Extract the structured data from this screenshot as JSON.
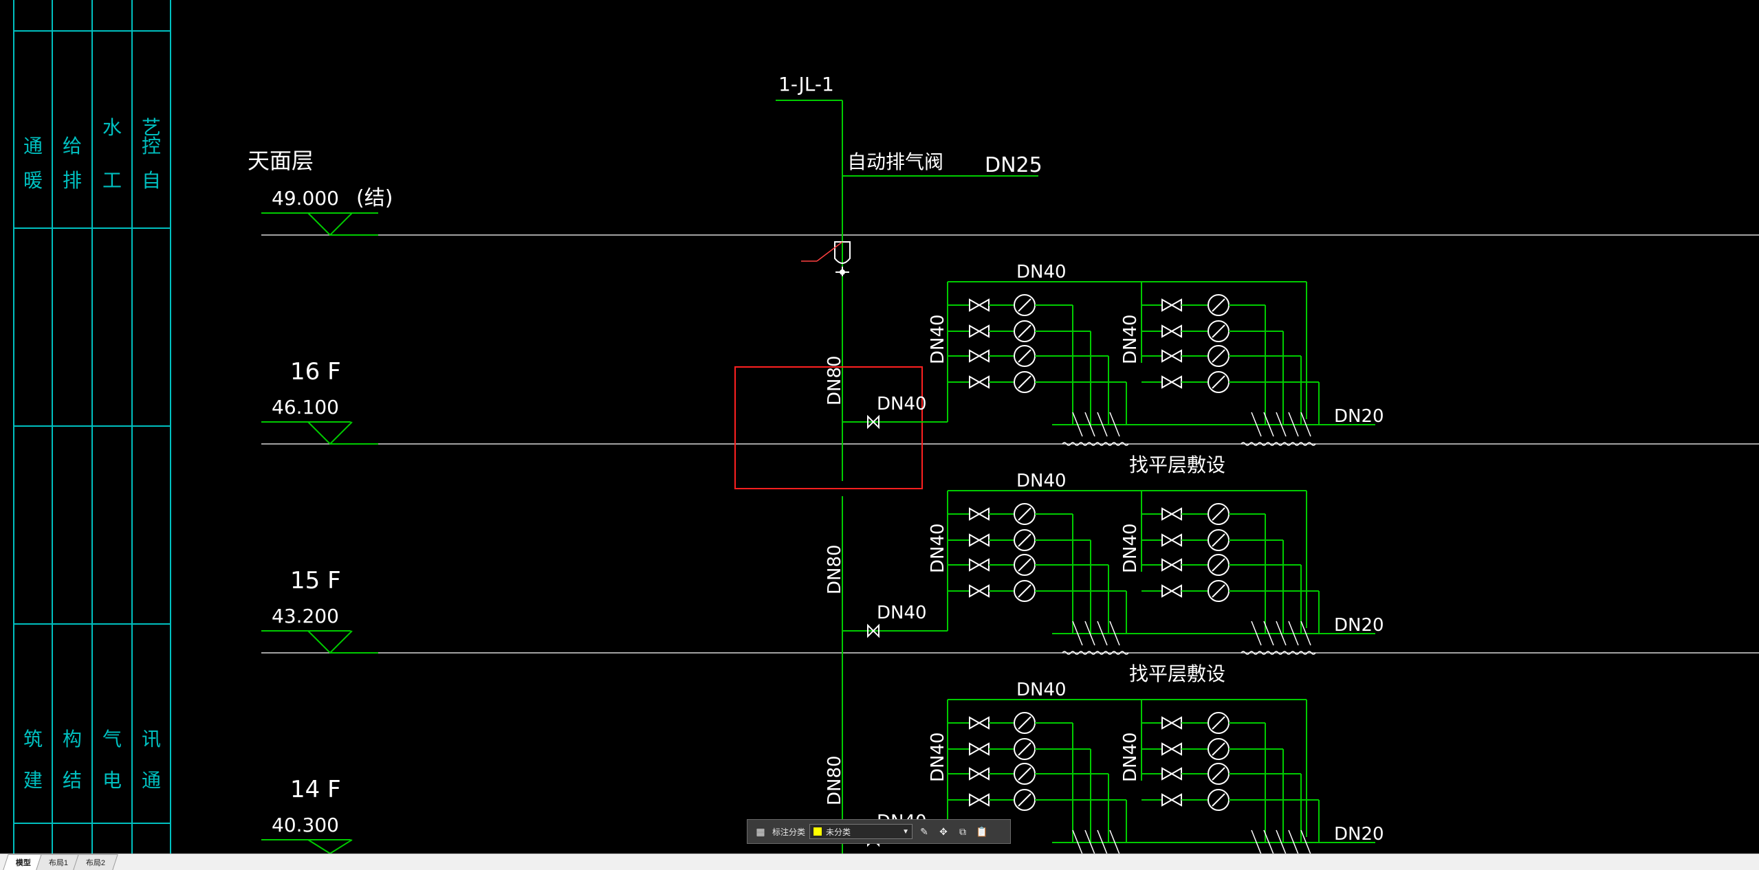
{
  "title_block": {
    "top": [
      "通",
      "暖",
      "给",
      "排",
      "水",
      "工",
      "艺",
      "自",
      "控"
    ],
    "bottom": [
      "建",
      "筑",
      "结",
      "构",
      "电",
      "气",
      "通",
      "讯"
    ]
  },
  "riser": {
    "id": "1-JL-1",
    "air_valve": "自动排气阀",
    "top_size": "DN25",
    "trunk_size": "DN80",
    "branch_size": "DN40",
    "outlet_size": "DN20",
    "embed_note": "找平层敷设"
  },
  "levels": [
    {
      "name": "天面层",
      "elev": "49.000",
      "note": "(结)"
    },
    {
      "name": "16 F",
      "elev": "46.100"
    },
    {
      "name": "15 F",
      "elev": "43.200"
    },
    {
      "name": "14 F",
      "elev": "40.300"
    }
  ],
  "tabs": [
    "模型",
    "布局1",
    "布局2"
  ],
  "annotation_toolbar": {
    "label": "标注分类",
    "category": "未分类",
    "category_color": "#ffff00"
  },
  "colors": {
    "line_green": "#00cc00",
    "text_white": "#ffffff",
    "titleblock_cyan": "#00c0c0",
    "selection_red": "#ff2020",
    "floor_line": "#d8d8d8"
  }
}
